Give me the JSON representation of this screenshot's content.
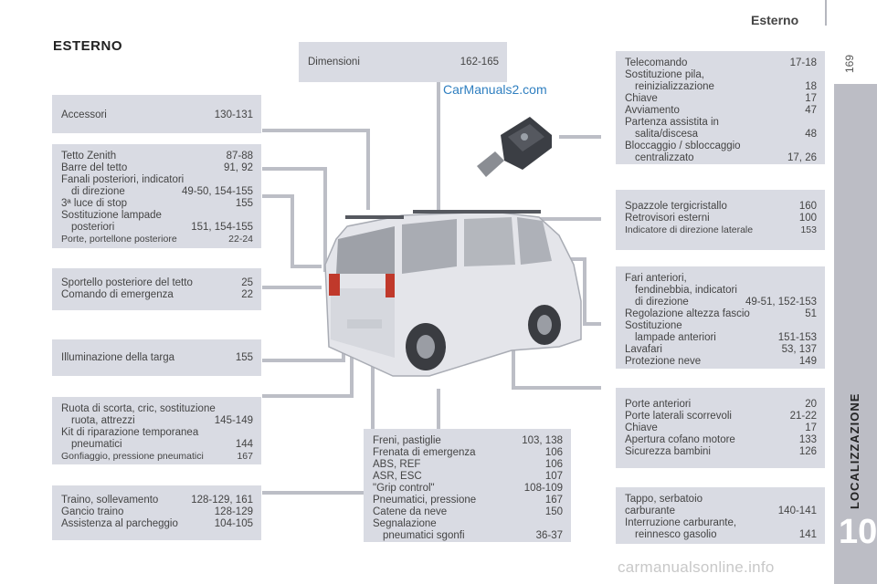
{
  "header": {
    "title": "Esterno",
    "page_number": "169"
  },
  "side_tab": {
    "label": "LOCALIZZAZIONE",
    "chapter": "10"
  },
  "section_title": "ESTERNO",
  "watermarks": {
    "top": "CarManuals2.com",
    "bottom": "carmanualsonline.info"
  },
  "boxes": {
    "dimensioni": [
      {
        "label": "Dimensioni",
        "pages": "162-165"
      }
    ],
    "accessori": [
      {
        "label": "Accessori",
        "pages": "130-131"
      }
    ],
    "tetto": [
      {
        "label": "Tetto Zenith",
        "pages": "87-88"
      },
      {
        "label": "Barre del tetto",
        "pages": "91, 92"
      },
      {
        "label": "Fanali posteriori, indicatori",
        "pages": ""
      },
      {
        "label": "di direzione",
        "pages": "49-50, 154-155",
        "indent": true
      },
      {
        "label": "3ª luce di stop",
        "pages": "155"
      },
      {
        "label": "Sostituzione lampade",
        "pages": ""
      },
      {
        "label": "posteriori",
        "pages": "151, 154-155",
        "indent": true
      },
      {
        "label": "Porte, portellone posteriore",
        "pages": "22-24",
        "small": true
      }
    ],
    "sportello": [
      {
        "label": "Sportello posteriore del tetto",
        "pages": "25"
      },
      {
        "label": "Comando di emergenza",
        "pages": "22"
      }
    ],
    "targa": [
      {
        "label": "Illuminazione della targa",
        "pages": "155"
      }
    ],
    "ruota": [
      {
        "label": "Ruota di scorta, cric, sostituzione",
        "pages": ""
      },
      {
        "label": "ruota, attrezzi",
        "pages": "145-149",
        "indent": true
      },
      {
        "label": "Kit di riparazione temporanea",
        "pages": ""
      },
      {
        "label": "pneumatici",
        "pages": "144",
        "indent": true
      },
      {
        "label": "Gonfiaggio, pressione pneumatici",
        "pages": "167",
        "small": true
      }
    ],
    "traino": [
      {
        "label": "Traino, sollevamento",
        "pages": "128-129, 161"
      },
      {
        "label": "Gancio traino",
        "pages": "128-129"
      },
      {
        "label": "Assistenza al parcheggio",
        "pages": "104-105"
      }
    ],
    "freni": [
      {
        "label": "Freni, pastiglie",
        "pages": "103, 138"
      },
      {
        "label": "Frenata di emergenza",
        "pages": "106"
      },
      {
        "label": "ABS, REF",
        "pages": "106"
      },
      {
        "label": "ASR, ESC",
        "pages": "107"
      },
      {
        "label": "\"Grip control\"",
        "pages": "108-109"
      },
      {
        "label": "Pneumatici, pressione",
        "pages": "167"
      },
      {
        "label": "Catene da neve",
        "pages": "150"
      },
      {
        "label": "Segnalazione",
        "pages": ""
      },
      {
        "label": "pneumatici sgonfi",
        "pages": "36-37",
        "indent": true
      }
    ],
    "telecomando": [
      {
        "label": "Telecomando",
        "pages": "17-18"
      },
      {
        "label": "Sostituzione pila,",
        "pages": ""
      },
      {
        "label": "reinizializzazione",
        "pages": "18",
        "indent": true
      },
      {
        "label": "Chiave",
        "pages": "17"
      },
      {
        "label": "Avviamento",
        "pages": "47"
      },
      {
        "label": "Partenza assistita in",
        "pages": ""
      },
      {
        "label": "salita/discesa",
        "pages": "48",
        "indent": true
      },
      {
        "label": "Bloccaggio / sbloccaggio",
        "pages": ""
      },
      {
        "label": "centralizzato",
        "pages": "17, 26",
        "indent": true
      }
    ],
    "spazzole": [
      {
        "label": "Spazzole tergicristallo",
        "pages": "160"
      },
      {
        "label": "Retrovisori esterni",
        "pages": "100"
      },
      {
        "label": "Indicatore di direzione laterale",
        "pages": "153",
        "small": true
      }
    ],
    "fari": [
      {
        "label": "Fari anteriori,",
        "pages": ""
      },
      {
        "label": "fendinebbia, indicatori",
        "pages": "",
        "indent": true
      },
      {
        "label": "di direzione",
        "pages": "49-51, 152-153",
        "indent": true
      },
      {
        "label": "Regolazione altezza fascio",
        "pages": "51"
      },
      {
        "label": "Sostituzione",
        "pages": ""
      },
      {
        "label": "lampade anteriori",
        "pages": "151-153",
        "indent": true
      },
      {
        "label": "Lavafari",
        "pages": "53, 137"
      },
      {
        "label": "Protezione neve",
        "pages": "149"
      }
    ],
    "porte": [
      {
        "label": "Porte anteriori",
        "pages": "20"
      },
      {
        "label": "Porte laterali scorrevoli",
        "pages": "21-22"
      },
      {
        "label": "Chiave",
        "pages": "17"
      },
      {
        "label": "Apertura cofano motore",
        "pages": "133"
      },
      {
        "label": "Sicurezza bambini",
        "pages": "126"
      }
    ],
    "tappo": [
      {
        "label": "Tappo, serbatoio",
        "pages": ""
      },
      {
        "label": "carburante",
        "pages": "140-141"
      },
      {
        "label": "Interruzione carburante,",
        "pages": ""
      },
      {
        "label": "reinnesco gasolio",
        "pages": "141",
        "indent": true
      }
    ]
  },
  "colors": {
    "box_bg": "#d9dbe3",
    "side_tab": "#bcbdc5",
    "leader_line": "#bcbec6",
    "watermark": "#2f7fc0"
  }
}
